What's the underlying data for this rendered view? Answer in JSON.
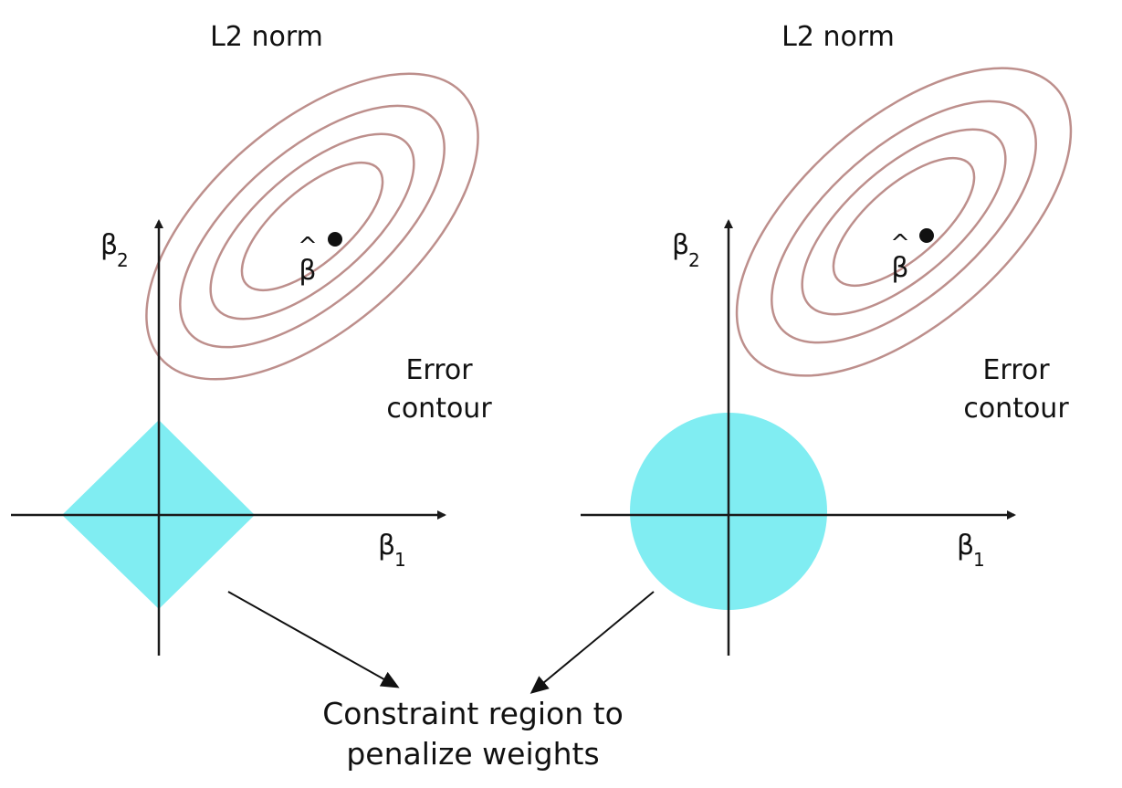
{
  "colors": {
    "contour": "#bd8f8c",
    "constraint_fill": "#80edf2",
    "axis": "#1a1a1a",
    "text": "#111111"
  },
  "panels": [
    {
      "title": "L2 norm",
      "x_axis_label": "β",
      "x_axis_subscript": "1",
      "y_axis_label": "β",
      "y_axis_subscript": "2",
      "estimate_label": "β",
      "estimate_hat": "^",
      "contour_label_line1": "Error",
      "contour_label_line2": "contour",
      "contour_count": 4,
      "constraint_shape": "diamond"
    },
    {
      "title": "L2 norm",
      "x_axis_label": "β",
      "x_axis_subscript": "1",
      "y_axis_label": "β",
      "y_axis_subscript": "2",
      "estimate_label": "β",
      "estimate_hat": "^",
      "contour_label_line1": "Error",
      "contour_label_line2": "contour",
      "contour_count": 4,
      "constraint_shape": "circle"
    }
  ],
  "caption": {
    "line1": "Constraint region to",
    "line2": "penalize weights"
  }
}
